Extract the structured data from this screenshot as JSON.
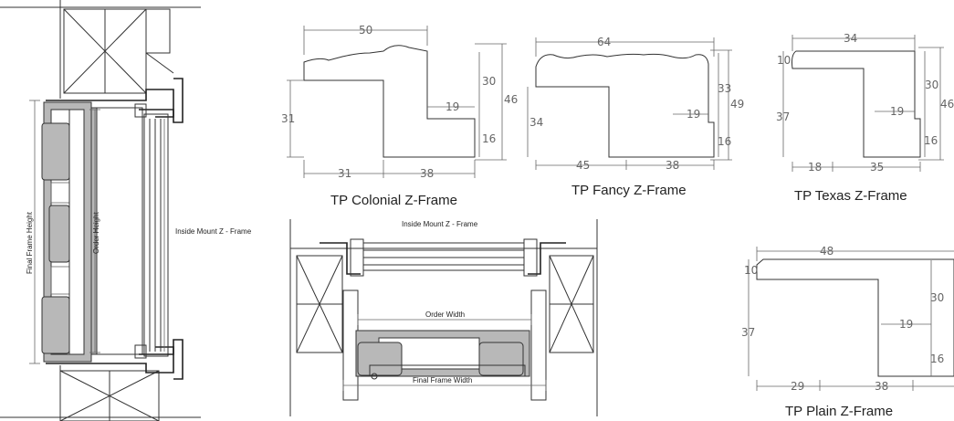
{
  "left_diagram": {
    "final_frame_height_label": "Final Frame Height",
    "order_height_label": "Order Height",
    "inside_mount_label": "Inside Mount Z - Frame"
  },
  "bottom_diagram": {
    "title": "Inside Mount Z - Frame",
    "order_width_label": "Order Width",
    "final_frame_width_label": "Final Frame Width"
  },
  "profiles": {
    "colonial": {
      "caption": "TP Colonial Z-Frame",
      "d_top": "50",
      "d_30": "30",
      "d_46": "46",
      "d_19": "19",
      "d_31_side": "31",
      "d_16": "16",
      "d_31_bottom": "31",
      "d_38": "38"
    },
    "fancy": {
      "caption": "TP Fancy Z-Frame",
      "d_top": "64",
      "d_33": "33",
      "d_49": "49",
      "d_19": "19",
      "d_34": "34",
      "d_16": "16",
      "d_45": "45",
      "d_38": "38"
    },
    "texas": {
      "caption": "TP Texas Z-Frame",
      "d_top": "34",
      "d_10": "10",
      "d_30": "30",
      "d_46": "46",
      "d_19": "19",
      "d_37": "37",
      "d_16": "16",
      "d_18": "18",
      "d_35": "35"
    },
    "plain": {
      "caption": "TP Plain Z-Frame",
      "d_top": "48",
      "d_10": "10",
      "d_30": "30",
      "d_19": "19",
      "d_37": "37",
      "d_16": "16",
      "d_29": "29",
      "d_38": "38"
    }
  }
}
